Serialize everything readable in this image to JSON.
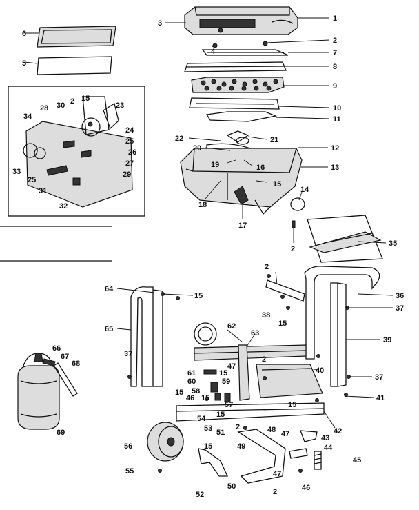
{
  "callouts": [
    {
      "id": "1",
      "text": "1"
    },
    {
      "id": "2a",
      "text": "2"
    },
    {
      "id": "3",
      "text": "3"
    },
    {
      "id": "4",
      "text": "4"
    },
    {
      "id": "5",
      "text": "5"
    },
    {
      "id": "6",
      "text": "6"
    },
    {
      "id": "7",
      "text": "7"
    },
    {
      "id": "8",
      "text": "8"
    },
    {
      "id": "9",
      "text": "9"
    },
    {
      "id": "10",
      "text": "10"
    },
    {
      "id": "11",
      "text": "11"
    },
    {
      "id": "12",
      "text": "12"
    },
    {
      "id": "13",
      "text": "13"
    },
    {
      "id": "14",
      "text": "14"
    },
    {
      "id": "2b",
      "text": "2"
    },
    {
      "id": "15a",
      "text": "15"
    },
    {
      "id": "16",
      "text": "16"
    },
    {
      "id": "17",
      "text": "17"
    },
    {
      "id": "18",
      "text": "18"
    },
    {
      "id": "19",
      "text": "19"
    },
    {
      "id": "20",
      "text": "20"
    },
    {
      "id": "21",
      "text": "21"
    },
    {
      "id": "22",
      "text": "22"
    },
    {
      "id": "2c",
      "text": "2"
    },
    {
      "id": "15b",
      "text": "15"
    },
    {
      "id": "23",
      "text": "23"
    },
    {
      "id": "24",
      "text": "24"
    },
    {
      "id": "25a",
      "text": "25"
    },
    {
      "id": "26",
      "text": "26"
    },
    {
      "id": "27",
      "text": "27"
    },
    {
      "id": "28",
      "text": "28"
    },
    {
      "id": "29",
      "text": "29"
    },
    {
      "id": "30",
      "text": "30"
    },
    {
      "id": "31",
      "text": "31"
    },
    {
      "id": "32",
      "text": "32"
    },
    {
      "id": "33",
      "text": "33"
    },
    {
      "id": "34",
      "text": "34"
    },
    {
      "id": "25b",
      "text": "25"
    },
    {
      "id": "35",
      "text": "35"
    },
    {
      "id": "2d",
      "text": "2"
    },
    {
      "id": "36",
      "text": "36"
    },
    {
      "id": "37a",
      "text": "37"
    },
    {
      "id": "38",
      "text": "38"
    },
    {
      "id": "15c",
      "text": "15"
    },
    {
      "id": "39",
      "text": "39"
    },
    {
      "id": "37b",
      "text": "37"
    },
    {
      "id": "41",
      "text": "41"
    },
    {
      "id": "40",
      "text": "40"
    },
    {
      "id": "64",
      "text": "64"
    },
    {
      "id": "15d",
      "text": "15"
    },
    {
      "id": "65",
      "text": "65"
    },
    {
      "id": "62",
      "text": "62"
    },
    {
      "id": "63",
      "text": "63"
    },
    {
      "id": "37c",
      "text": "37"
    },
    {
      "id": "2e",
      "text": "2"
    },
    {
      "id": "47a",
      "text": "47"
    },
    {
      "id": "61",
      "text": "61"
    },
    {
      "id": "15e",
      "text": "15"
    },
    {
      "id": "60",
      "text": "60"
    },
    {
      "id": "59",
      "text": "59"
    },
    {
      "id": "58",
      "text": "58"
    },
    {
      "id": "57",
      "text": "57"
    },
    {
      "id": "46a",
      "text": "46"
    },
    {
      "id": "15f",
      "text": "15"
    },
    {
      "id": "15g",
      "text": "15"
    },
    {
      "id": "54",
      "text": "54"
    },
    {
      "id": "15h",
      "text": "15"
    },
    {
      "id": "15i",
      "text": "15"
    },
    {
      "id": "42",
      "text": "42"
    },
    {
      "id": "66",
      "text": "66"
    },
    {
      "id": "67",
      "text": "67"
    },
    {
      "id": "68",
      "text": "68"
    },
    {
      "id": "69",
      "text": "69"
    },
    {
      "id": "56",
      "text": "56"
    },
    {
      "id": "53",
      "text": "53"
    },
    {
      "id": "51",
      "text": "51"
    },
    {
      "id": "15j",
      "text": "15"
    },
    {
      "id": "2f",
      "text": "2"
    },
    {
      "id": "48",
      "text": "48"
    },
    {
      "id": "47b",
      "text": "47"
    },
    {
      "id": "43",
      "text": "43"
    },
    {
      "id": "49",
      "text": "49"
    },
    {
      "id": "44",
      "text": "44"
    },
    {
      "id": "45",
      "text": "45"
    },
    {
      "id": "55",
      "text": "55"
    },
    {
      "id": "52",
      "text": "52"
    },
    {
      "id": "50",
      "text": "50"
    },
    {
      "id": "47c",
      "text": "47"
    },
    {
      "id": "2g",
      "text": "2"
    },
    {
      "id": "46b",
      "text": "46"
    }
  ]
}
